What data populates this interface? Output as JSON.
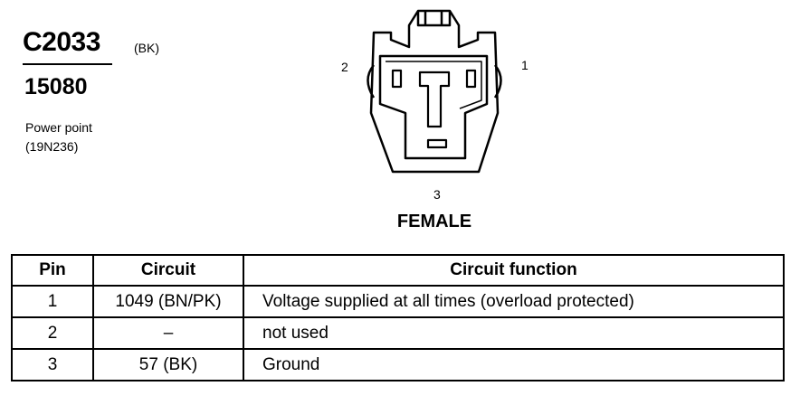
{
  "connector": {
    "id": "C2033",
    "color": "(BK)",
    "part_number": "15080",
    "description_line1": "Power point",
    "description_line2": "(19N236)"
  },
  "diagram": {
    "pin_labels": [
      "1",
      "2",
      "3"
    ],
    "view_label": "FEMALE"
  },
  "table": {
    "headers": [
      "Pin",
      "Circuit",
      "Circuit function"
    ],
    "rows": [
      {
        "pin": "1",
        "circuit": "1049 (BN/PK)",
        "function": "Voltage supplied at all times (overload protected)"
      },
      {
        "pin": "2",
        "circuit": "–",
        "function": "not used"
      },
      {
        "pin": "3",
        "circuit": "57 (BK)",
        "function": "Ground"
      }
    ]
  }
}
